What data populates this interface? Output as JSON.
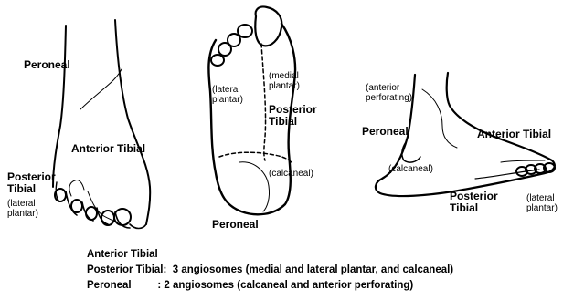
{
  "foot_dorsal": {
    "peroneal": "Peroneal",
    "anterior_tibial": "Anterior Tibial",
    "posterior_tibial": "Posterior\nTibial",
    "lateral_plantar": "(lateral\nplantar)"
  },
  "foot_plantar": {
    "lateral_plantar": "(lateral\nplantar)",
    "medial_plantar": "(medial\nplantar)",
    "posterior_tibial": "Posterior\nTibial",
    "calcaneal": "(calcaneal)",
    "peroneal": "Peroneal"
  },
  "foot_medial": {
    "anterior_perforating": "(anterior\nperforating)",
    "peroneal": "Peroneal",
    "anterior_tibial": "Anterior Tibial",
    "calcaneal": "(calcaneal)",
    "posterior_tibial": "Posterior\nTibial",
    "lateral_plantar": "(lateral\nplantar)"
  },
  "legend": {
    "line1": "Anterior Tibial",
    "line2": "Posterior Tibial:  3 angiosomes (medial and lateral plantar, and calcaneal)",
    "line3": "Peroneal         : 2 angiosomes (calcaneal and anterior perforating)"
  }
}
